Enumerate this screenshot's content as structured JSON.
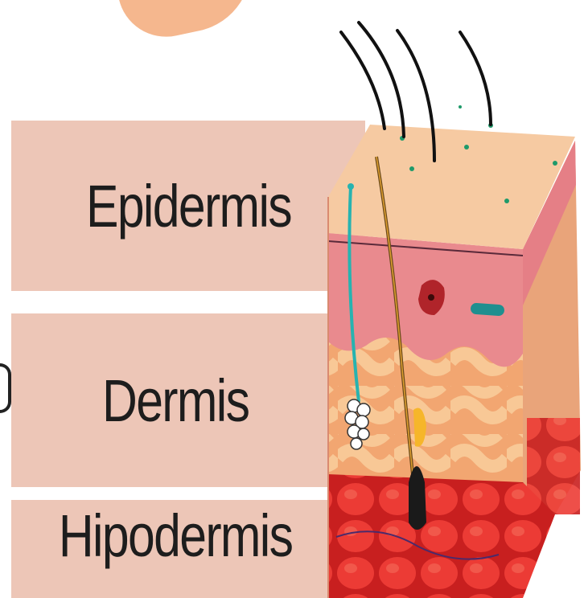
{
  "layers": {
    "epidermis": "Epidermis",
    "dermis": "Dermis",
    "hypodermis": "Hipodermis"
  },
  "colors": {
    "label_band": "#edc6b7",
    "epidermis_surface": "#f6caa2",
    "dermis_pink": "#e98a8e",
    "dermis_tissue": "#f4b27b",
    "hypodermis_fat": "#e8322f",
    "accent_blob": "#f5b78e"
  }
}
